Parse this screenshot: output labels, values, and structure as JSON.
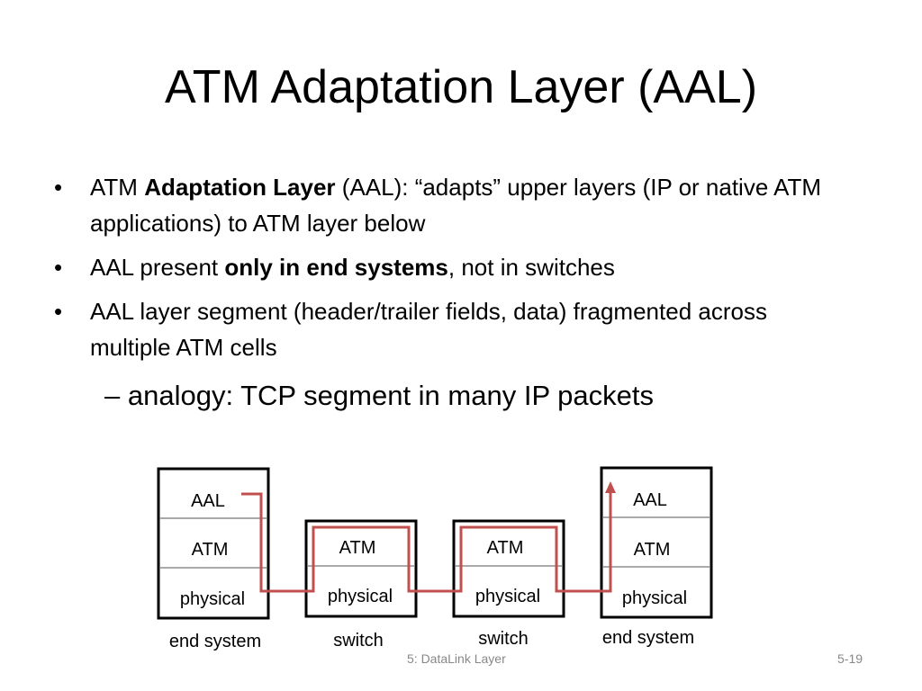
{
  "title": "ATM Adaptation Layer (AAL)",
  "bullets": [
    {
      "pre": "ATM ",
      "bold": "Adaptation Layer",
      "post": " (AAL): “adapts” upper layers (IP or native ATM applications)  to ATM layer below"
    },
    {
      "pre": "AAL present ",
      "bold": "only in end systems",
      "post": ", not in switches"
    },
    {
      "pre": "AAL layer segment (header/trailer fields, data) fragmented across multiple ATM cells",
      "bold": "",
      "post": ""
    }
  ],
  "sub_bullet": "– analogy: TCP segment in many IP packets",
  "diagram": {
    "end_system_left": {
      "layers": [
        "AAL",
        "ATM",
        "physical"
      ],
      "caption": "end system"
    },
    "switch_1": {
      "layers": [
        "ATM",
        "physical"
      ],
      "caption": "switch"
    },
    "switch_2": {
      "layers": [
        "ATM",
        "physical"
      ],
      "caption": "switch"
    },
    "end_system_right": {
      "layers": [
        "AAL",
        "ATM",
        "physical"
      ],
      "caption": "end system"
    },
    "path_color": "#c0504d"
  },
  "footer": {
    "center": "5: DataLink Layer",
    "page": "5-19"
  }
}
